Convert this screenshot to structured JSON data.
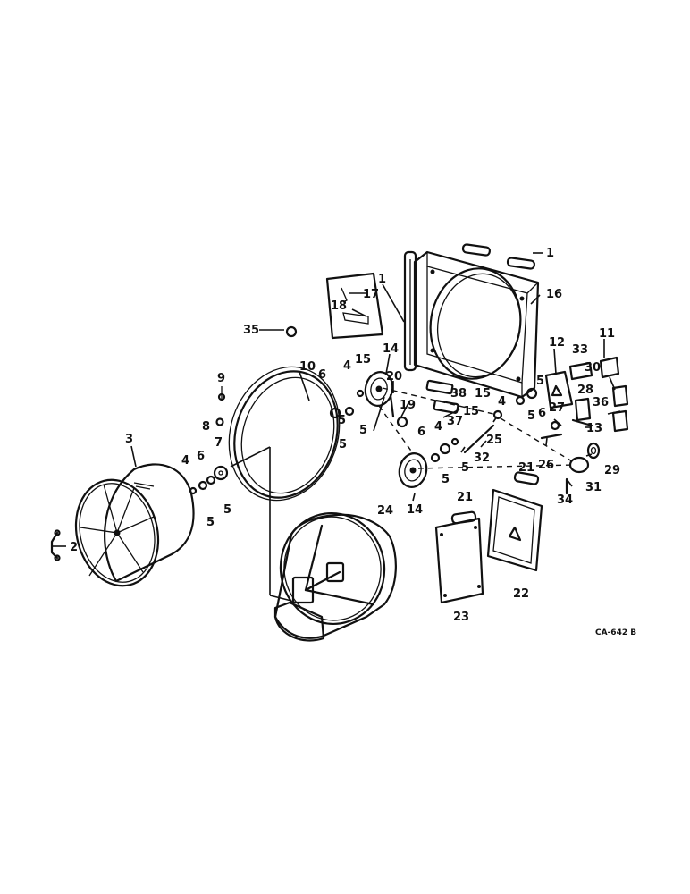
{
  "drawing_code": "CA-642 B",
  "callouts": [
    {
      "id": "c1a",
      "text": "1"
    },
    {
      "id": "c1b",
      "text": "1"
    },
    {
      "id": "c2",
      "text": "2"
    },
    {
      "id": "c3",
      "text": "3"
    },
    {
      "id": "c4a",
      "text": "4"
    },
    {
      "id": "c4b",
      "text": "4"
    },
    {
      "id": "c4c",
      "text": "4"
    },
    {
      "id": "c4d",
      "text": "4"
    },
    {
      "id": "c5a",
      "text": "5"
    },
    {
      "id": "c5b",
      "text": "5"
    },
    {
      "id": "c5c",
      "text": "5"
    },
    {
      "id": "c5d",
      "text": "5"
    },
    {
      "id": "c5e",
      "text": "5"
    },
    {
      "id": "c5f",
      "text": "5"
    },
    {
      "id": "c5g",
      "text": "5"
    },
    {
      "id": "c5h",
      "text": "5"
    },
    {
      "id": "c5i",
      "text": "5"
    },
    {
      "id": "c6a",
      "text": "6"
    },
    {
      "id": "c6b",
      "text": "6"
    },
    {
      "id": "c6c",
      "text": "6"
    },
    {
      "id": "c6d",
      "text": "6"
    },
    {
      "id": "c7",
      "text": "7"
    },
    {
      "id": "c8",
      "text": "8"
    },
    {
      "id": "c9",
      "text": "9"
    },
    {
      "id": "c10",
      "text": "10"
    },
    {
      "id": "c11",
      "text": "11"
    },
    {
      "id": "c12",
      "text": "12"
    },
    {
      "id": "c13",
      "text": "13"
    },
    {
      "id": "c14a",
      "text": "14"
    },
    {
      "id": "c14b",
      "text": "14"
    },
    {
      "id": "c15a",
      "text": "15"
    },
    {
      "id": "c15b",
      "text": "15"
    },
    {
      "id": "c15c",
      "text": "15"
    },
    {
      "id": "c16",
      "text": "16"
    },
    {
      "id": "c17",
      "text": "17"
    },
    {
      "id": "c18",
      "text": "18"
    },
    {
      "id": "c19",
      "text": "19"
    },
    {
      "id": "c20",
      "text": "20"
    },
    {
      "id": "c21a",
      "text": "21"
    },
    {
      "id": "c21b",
      "text": "21"
    },
    {
      "id": "c22",
      "text": "22"
    },
    {
      "id": "c23",
      "text": "23"
    },
    {
      "id": "c24",
      "text": "24"
    },
    {
      "id": "c25",
      "text": "25"
    },
    {
      "id": "c26",
      "text": "26"
    },
    {
      "id": "c27",
      "text": "27"
    },
    {
      "id": "c28",
      "text": "28"
    },
    {
      "id": "c29",
      "text": "29"
    },
    {
      "id": "c30",
      "text": "30"
    },
    {
      "id": "c31",
      "text": "31"
    },
    {
      "id": "c32",
      "text": "32"
    },
    {
      "id": "c33",
      "text": "33"
    },
    {
      "id": "c34",
      "text": "34"
    },
    {
      "id": "c35",
      "text": "35"
    },
    {
      "id": "c36",
      "text": "36"
    },
    {
      "id": "c37",
      "text": "37"
    },
    {
      "id": "c38",
      "text": "38"
    }
  ]
}
